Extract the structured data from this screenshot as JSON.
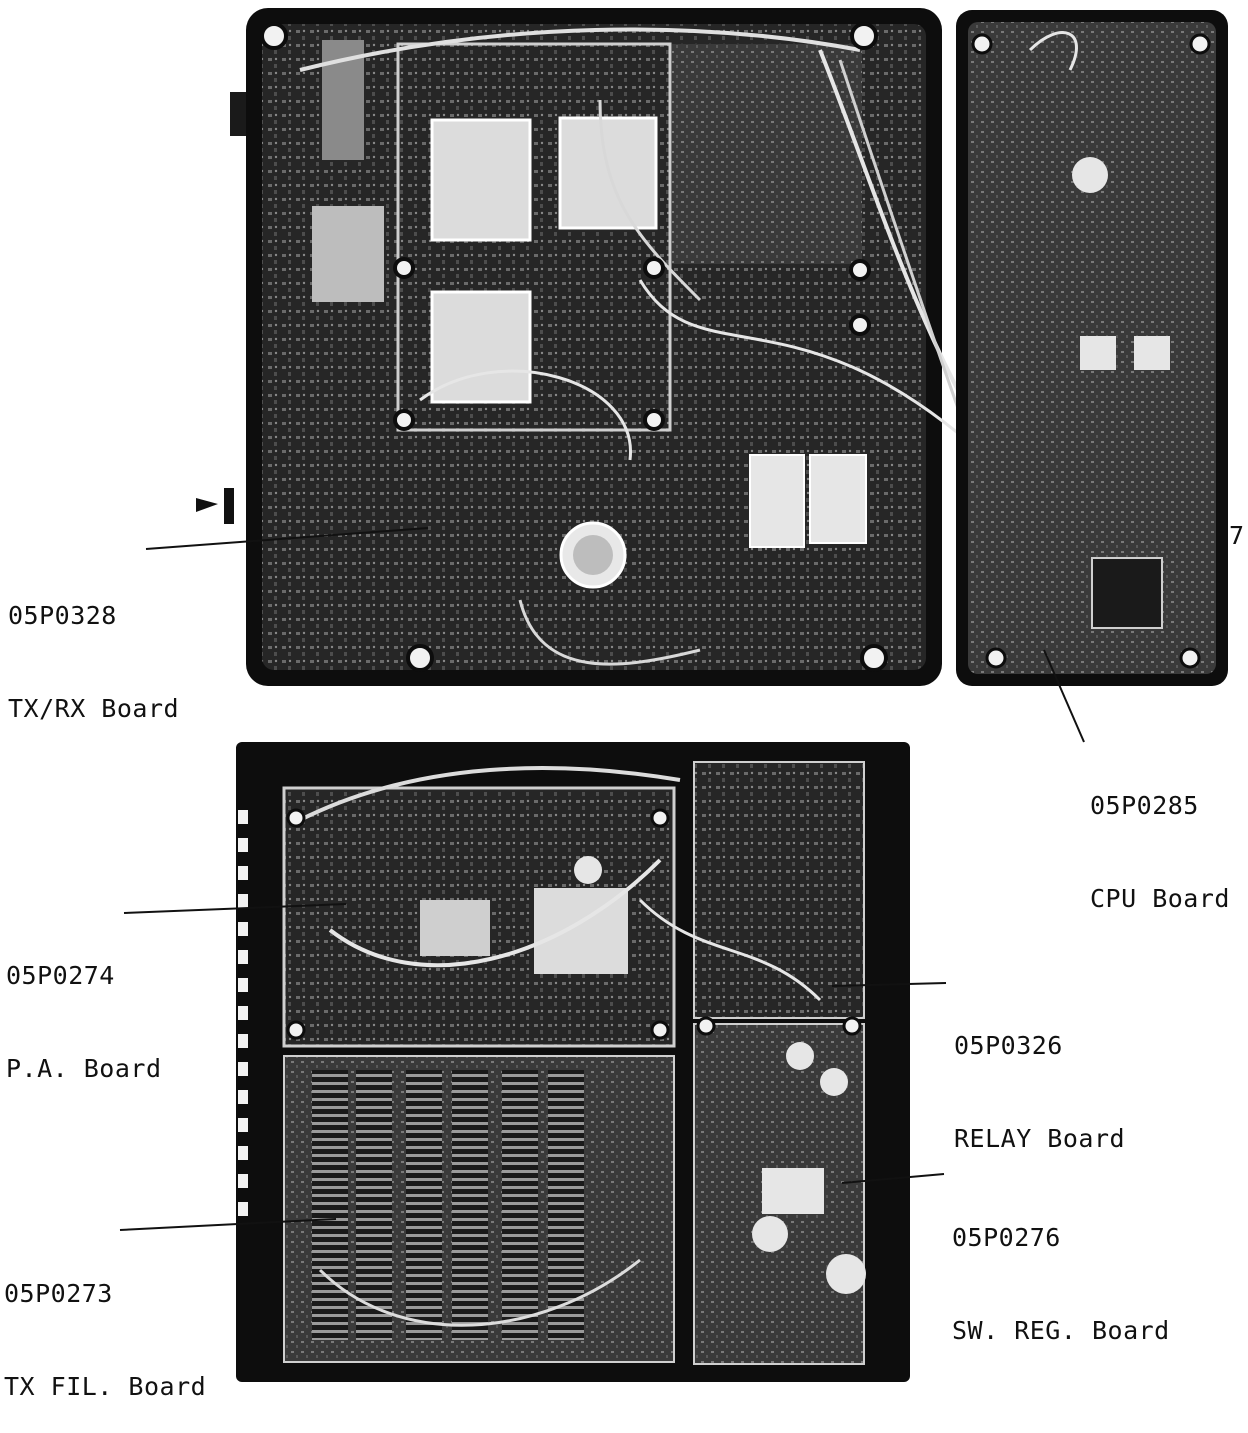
{
  "labels": {
    "txrx": {
      "part": "05P0328",
      "name": "TX/RX Board"
    },
    "cpu": {
      "part": "05P0285",
      "name": "CPU Board"
    },
    "pa": {
      "part": "05P0274",
      "name": "P.A. Board"
    },
    "relay": {
      "part": "05P0326",
      "name": "RELAY Board"
    },
    "swreg": {
      "part": "05P0276",
      "name": "SW. REG. Board"
    },
    "txfil": {
      "part": "05P0273",
      "name": "TX FIL. Board"
    }
  },
  "edge_mark": "7"
}
